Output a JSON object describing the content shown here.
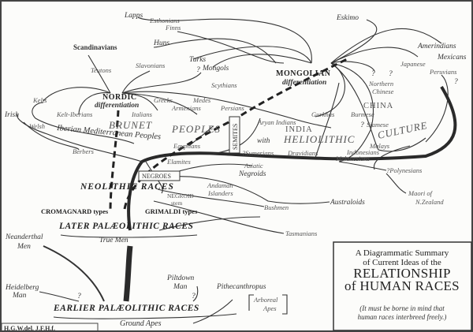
{
  "title_box": {
    "line1": "A Diagrammatic Summary",
    "line2": "of Current Ideas of the",
    "line3": "RELATIONSHIP",
    "line4": "of HUMAN RACES",
    "note1": "(It must be borne in mind that",
    "note2": "human races interbreed freely.)"
  },
  "signature": "H.G.W.del.  J.F.H.f.",
  "stages": {
    "earlier": "EARLIER PALÆOLITHIC RACES",
    "later": "LATER PALÆOLITHIC RACES",
    "neolithic": "NEOLITHIC RACES",
    "true_men": "True Men",
    "ground_apes": "Ground Apes",
    "arboreal_1": "Arboreal",
    "arboreal_2": "Apes"
  },
  "labels": {
    "lapps": "Lapps",
    "esthonians": "Esthonians",
    "finns": "Finns",
    "huns": "Huns",
    "turks": "Turks",
    "scandinavians": "Scandinavians",
    "teutons": "Teutons",
    "slavonians": "Slavonians",
    "mongols": "Mongols",
    "scythians": "Scythians",
    "kelts": "Kelts",
    "nordic_1": "NORDIC",
    "nordic_2": "differentiation",
    "greeks": "Greeks",
    "medes": "Medes",
    "irish": "Irish",
    "kelt_iberians": "Kelt-Iberians",
    "italians": "Italians",
    "armenians": "Armenians",
    "persians": "Persians",
    "eskimo": "Eskimo",
    "amerindians": "Amerindians",
    "mexicans": "Mexicans",
    "japanese": "Japanese",
    "peruvians": "Peruvians",
    "mongolian_1": "MONGOLIAN",
    "mongolian_2": "differentiation",
    "northern_chinese_1": "Northern",
    "northern_chinese_2": "Chinese",
    "china": "CHINA",
    "gurkhas": "Gurkhas",
    "burmese": "Burmese",
    "aryan_indians": "Aryan Indians",
    "india": "INDIA",
    "siamese": "Siamese",
    "brunet": "BRUNET",
    "peoples_big": "PEOPLES",
    "with": "with",
    "heliolithic": "HELIOLITHIC",
    "culture": "CULTURE",
    "welsh": "Welsh",
    "iberian": "Iberian Mediterranean Peoples",
    "semites": "SEMITES",
    "egyptians": "Egyptians",
    "sumerians": "?Sumerians",
    "dravidians": "Dravidians",
    "malays": "Malays",
    "indonesians": "Indonesians",
    "melanesians": "Melanesians",
    "berbers": "Berbers",
    "elamites": "Elamites",
    "asiatic_negroids_1": "Asiatic",
    "asiatic_negroids_2": "Negroids",
    "negroes": "NEGROES",
    "andaman_1": "Andaman",
    "andaman_2": "Islanders",
    "negroid_stem_1": "NEGROID",
    "negroid_stem_2": "stem",
    "polynesians": "?Polynesians",
    "australoids": "Australoids",
    "maori_1": "Maori of",
    "maori_2": "N.Zealand",
    "cromagnard": "CROMAGNARD types",
    "grimaldi": "GRIMALDI types",
    "bushmen": "Bushmen",
    "tasmanians": "Tasmanians",
    "neanderthal_1": "Neanderthal",
    "neanderthal_2": "Men",
    "heidelberg_1": "Heidelberg",
    "heidelberg_2": "Man",
    "piltdown_1": "Piltdown",
    "piltdown_2": "Man",
    "pithecanthropus": "Pithecanthropus",
    "question": "?"
  }
}
